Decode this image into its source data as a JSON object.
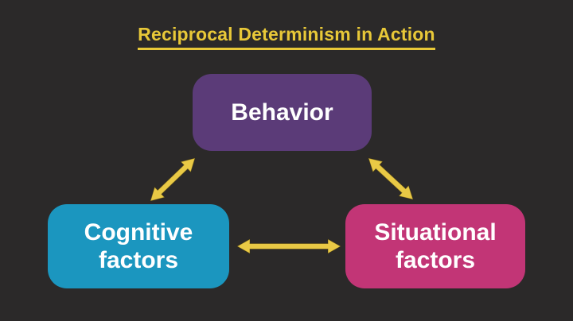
{
  "slide": {
    "title": "Reciprocal Determinism in Action",
    "background_color": "#2b2929",
    "title_color": "#e8c838",
    "title_underline": true
  },
  "diagram": {
    "type": "triangle-of-mutual-influence",
    "arrow_color": "#e9c945",
    "arrow_style": "double-headed",
    "nodes": [
      {
        "id": "behavior",
        "label": "Behavior",
        "color": "#5b3b78",
        "text_color": "#ffffff",
        "position": "top-center"
      },
      {
        "id": "cognitive",
        "label": "Cognitive factors",
        "color": "#1b96bf",
        "text_color": "#ffffff",
        "position": "bottom-left"
      },
      {
        "id": "situational",
        "label": "Situational factors",
        "color": "#c23576",
        "text_color": "#ffffff",
        "position": "bottom-right"
      }
    ],
    "connections": [
      {
        "from": "behavior",
        "to": "cognitive",
        "bidirectional": true
      },
      {
        "from": "behavior",
        "to": "situational",
        "bidirectional": true
      },
      {
        "from": "cognitive",
        "to": "situational",
        "bidirectional": true
      }
    ]
  }
}
